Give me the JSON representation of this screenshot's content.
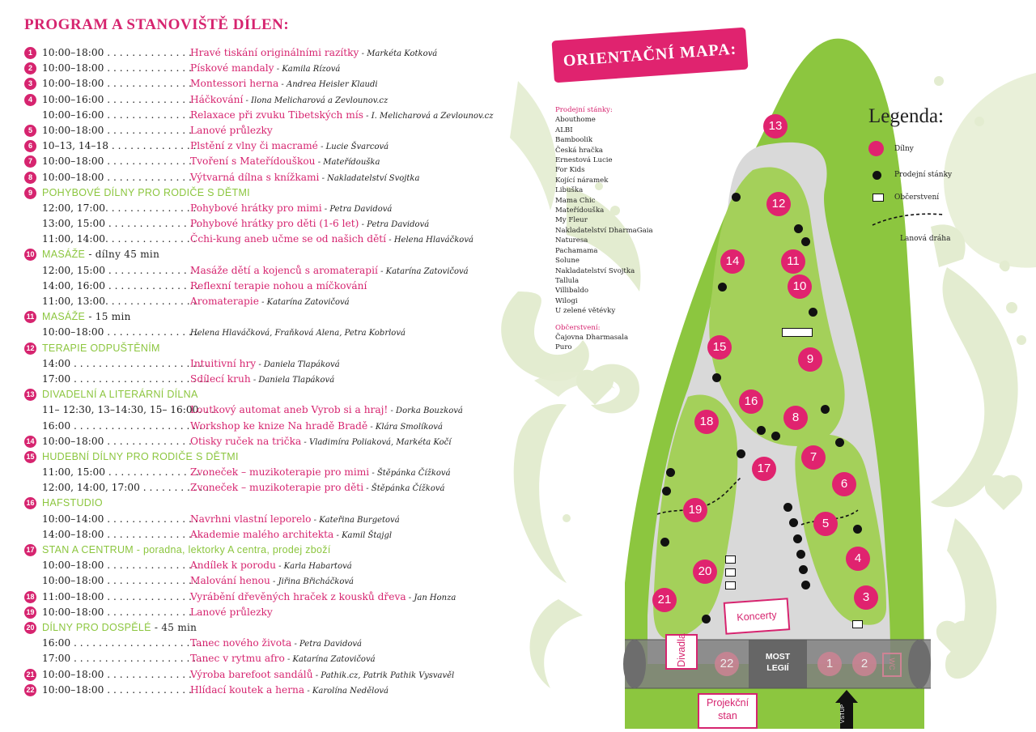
{
  "program": {
    "title": "PROGRAM A STANOVIŠTĚ DÍLEN:",
    "rows": [
      {
        "kind": "item",
        "num": "1",
        "time": "10:00–18:00",
        "dots": " . . . . . . . . . . . . . .",
        "activity": "Hravé tiskání originálními razítky",
        "lead": " - Markéta Kotková"
      },
      {
        "kind": "item",
        "num": "2",
        "time": "10:00–18:00",
        "dots": " . . . . . . . . . . . . . .",
        "activity": "Pískové mandaly",
        "lead": " - Kamila Rízová"
      },
      {
        "kind": "item",
        "num": "3",
        "time": "10:00–18:00",
        "dots": " . . . . . . . . . . . . . .",
        "activity": "Montessori herna",
        "lead": " - Andrea Heisler Klaudi"
      },
      {
        "kind": "item",
        "num": "4",
        "time": "10:00–16:00",
        "dots": " . . . . . . . . . . . . . .",
        "activity": "Háčkování",
        "lead": " - Ilona Melicharová a Zevlounov.cz"
      },
      {
        "kind": "item",
        "num": "",
        "time": "10:00–16:00",
        "dots": " . . . . . . . . . . . . . .",
        "activity": "Relaxace při zvuku Tibetských mís",
        "lead": " - I. Melicharová a Zevlounov.cz"
      },
      {
        "kind": "item",
        "num": "5",
        "time": "10:00–18:00",
        "dots": " . . . . . . . . . . . . . .",
        "activity": "Lanové průlezky",
        "lead": ""
      },
      {
        "kind": "item",
        "num": "6",
        "time": "10–13, 14–18",
        "dots": " . . . . . . . . . . . . . .",
        "activity": "Plstění z vlny či macramé",
        "lead": "    - Lucie Švarcová"
      },
      {
        "kind": "item",
        "num": "7",
        "time": "10:00–18:00",
        "dots": " . . . . . . . . . . . . . .",
        "activity": "Tvoření s Mateřídouškou",
        "lead": " - Mateřídouška"
      },
      {
        "kind": "item",
        "num": "8",
        "time": "10:00–18:00",
        "dots": " . . . . . . . . . . . . . .",
        "activity": "Výtvarná dílna s knížkami",
        "lead": " - Nakladatelství Svojtka"
      },
      {
        "kind": "section",
        "num": "9",
        "label": "POHYBOVÉ DÍLNY PRO RODIČE S DĚTMI",
        "extra": ""
      },
      {
        "kind": "item",
        "num": "",
        "time": "12:00, 17:00",
        "dots": ". . . . . . . . . . . . . . .",
        "activity": "Pohybové hrátky pro mimi",
        "lead": " - Petra Davidová"
      },
      {
        "kind": "item",
        "num": "",
        "time": "13:00, 15:00",
        "dots": " . . . . . . . . . . . . . . .",
        "activity": "Pohybové hrátky pro děti (1-6 let)",
        "lead": " - Petra Davidová"
      },
      {
        "kind": "item",
        "num": "",
        "time": "11:00, 14:00",
        "dots": ". . . . . . . . . . . . . . .",
        "activity": "Čchi-kung aneb učme se od našich dětí",
        "lead": " - Helena Hlaváčková"
      },
      {
        "kind": "section",
        "num": "10",
        "label": "MASÁŽE",
        "extra": " - dílny 45 min"
      },
      {
        "kind": "item",
        "num": "",
        "time": "12:00, 15:00",
        "dots": " . . . . . . . . . . . . . . .",
        "activity": "Masáže dětí a kojenců s aromaterapií",
        "lead": " - Katarína Zatovičová"
      },
      {
        "kind": "item",
        "num": "",
        "time": "14:00, 16:00",
        "dots": " . . . . . . . . . . . . . . .",
        "activity": "Reflexní terapie nohou a míčkování",
        "lead": ""
      },
      {
        "kind": "item",
        "num": "",
        "time": "11:00, 13:00",
        "dots": ". . . . . . . . . . . . . . .",
        "activity": "Aromaterapie",
        "lead": " - Katarína Zatovičová"
      },
      {
        "kind": "section",
        "num": "11",
        "label": "MASÁŽE",
        "extra": " - 15 min"
      },
      {
        "kind": "item",
        "num": "",
        "time": "10:00–18:00",
        "dots": " . . . . . . . . . . . . . . .",
        "activity": "",
        "lead": "Helena Hlaváčková, Fraňková Alena, Petra Kobrlová"
      },
      {
        "kind": "section",
        "num": "12",
        "label": "TERAPIE ODPUŠTĚNÍM",
        "extra": ""
      },
      {
        "kind": "item",
        "num": "",
        "time": "14:00",
        "dots": " . . . . . . . . . . . . . . . . . . . . . .",
        "activity": "Intuitivní hry",
        "lead": " - Daniela Tlapáková"
      },
      {
        "kind": "item",
        "num": "",
        "time": "17:00",
        "dots": " . . . . . . . . . . . . . . . . . . . . . .",
        "activity": "Sdílecí kruh",
        "lead": " - Daniela Tlapáková"
      },
      {
        "kind": "section",
        "num": "13",
        "label": "DIVADELNÍ A LITERÁRNÍ DÍLNA",
        "extra": ""
      },
      {
        "kind": "item",
        "num": "",
        "time": "11– 12:30, 13–14:30, 15– 16:00.",
        "dots": " . .",
        "activity": "Loutkový automat aneb Vyrob si a hraj!",
        "lead": " - Dorka Bouzková"
      },
      {
        "kind": "item",
        "num": "",
        "time": "16:00",
        "dots": " . . . . . . . . . . . . . . . . . . . . . .",
        "activity": "Workshop ke knize Na hradě Bradě",
        "lead": " - Klára Smolíková"
      },
      {
        "kind": "item",
        "num": "14",
        "time": "10:00–18:00",
        "dots": " . . . . . . . . . . . . . .",
        "activity": "Otisky ruček na trička",
        "lead": " - Vladimíra Poliaková, Markéta Kočí"
      },
      {
        "kind": "section",
        "num": "15",
        "label": "HUDEBNÍ DÍLNY PRO RODIČE S DĚTMI",
        "extra": ""
      },
      {
        "kind": "item",
        "num": "",
        "time": "11:00, 15:00",
        "dots": " . . . . . . . . . . . . . . . .",
        "activity": "Zvoneček – muzikoterapie pro mimi",
        "lead": " - Štěpánka Čížková"
      },
      {
        "kind": "item",
        "num": "",
        "time": "12:00, 14:00, 17:00",
        "dots": " . . . . . . . . . . .",
        "activity": "Zvoneček – muzikoterapie pro děti",
        "lead": " - Štěpánka Čížková"
      },
      {
        "kind": "section",
        "num": "16",
        "label": "HAFSTUDIO",
        "extra": ""
      },
      {
        "kind": "item",
        "num": "",
        "time": "10:00–14:00",
        "dots": " . . . . . . . . . . . . . . .",
        "activity": "Navrhni vlastní leporelo",
        "lead": " - Kateřina Burgetová"
      },
      {
        "kind": "item",
        "num": "",
        "time": "14:00–18:00",
        "dots": " . . . . . . . . . . . . . . .",
        "activity": "Akademie malého architekta",
        "lead": " - Kamil Štajgl"
      },
      {
        "kind": "section",
        "num": "17",
        "label": "STAN A CENTRUM - poradna, lektorky A centra, prodej zboží",
        "extra": ""
      },
      {
        "kind": "item",
        "num": "",
        "time": "10:00–18:00",
        "dots": " . . . . . . . . . . . . . . .",
        "activity": "Andílek k porodu",
        "lead": " - Karla Habartová"
      },
      {
        "kind": "item",
        "num": "",
        "time": "10:00–18:00",
        "dots": " . . . . . . . . . . . . . . .",
        "activity": "Malování henou",
        "lead": " - Jiřina Břicháčková"
      },
      {
        "kind": "item",
        "num": "18",
        "time": "11:00–18:00",
        "dots": " . . . . . . . . . . . . . .",
        "activity": "Vyrábění dřevěných hraček z kousků dřeva",
        "lead": " - Jan Honza"
      },
      {
        "kind": "item",
        "num": "19",
        "time": "10:00–18:00",
        "dots": " . . . . . . . . . . . . . .",
        "activity": "Lanové průlezky",
        "lead": ""
      },
      {
        "kind": "section",
        "num": "20",
        "label": "DÍLNY PRO DOSPĚLÉ",
        "extra": " - 45 min"
      },
      {
        "kind": "item",
        "num": "",
        "time": "16:00",
        "dots": " . . . . . . . . . . . . . . . . . . . . . .",
        "activity": "Tanec nového života",
        "lead": " - Petra Davidová"
      },
      {
        "kind": "item",
        "num": "",
        "time": "17:00",
        "dots": " . . . . . . . . . . . . . . . . . . . . . .",
        "activity": "Tanec v rytmu afro",
        "lead": " - Katarína Zatovičová"
      },
      {
        "kind": "item",
        "num": "21",
        "time": "10:00–18:00",
        "dots": " . . . . . . . . . . . . . .",
        "activity": "Výroba barefoot sandálů",
        "lead": " - Pathik.cz, Patrik Pathik Vysvavěl"
      },
      {
        "kind": "item",
        "num": "22",
        "time": "10:00–18:00",
        "dots": " . . . . . . . . . . . . . .",
        "activity": "Hlídací koutek a herna",
        "lead": " - Karolína Nedělová"
      }
    ]
  },
  "map": {
    "title": "ORIENTAČNÍ MAPA:",
    "vendors_heading": "Prodejní stánky:",
    "vendors": [
      "Abouthome",
      "ALBI",
      "Bamboolik",
      "Česká hračka",
      "Ernestová Lucie",
      "For Kids",
      "Kojící náramek",
      "Libuška",
      "Mama Chic",
      "Mateřídouška",
      "My Fleur",
      "Nakladatelství DharmaGaia",
      "Naturesa",
      "Pachamama",
      "Solune",
      "Nakladatelství Svojtka",
      "Tallula",
      "Villibaldo",
      "Wilogi",
      "U zelené větévky"
    ],
    "refresh_heading": "Občerstvení:",
    "refresh": [
      "Čajovna Dharmasala",
      "Puro"
    ],
    "legend": {
      "title": "Legenda:",
      "workshops": "Dílny",
      "stalls": "Prodejní stánky",
      "refreshments": "Občerstvení",
      "rope": "Lanová dráha"
    },
    "labels": {
      "koncerty": "Koncerty",
      "divadla": "Divadla",
      "projekcni": "Projekční",
      "stan": "stan",
      "most1": "MOST",
      "most2": "LEGIÍ",
      "wc": "WC",
      "vstup": "VSTUP"
    },
    "colors": {
      "pink": "#e0236f",
      "green": "#8cc63f",
      "path": "#d8d8d8",
      "bridge": "#7f7f7f"
    }
  }
}
